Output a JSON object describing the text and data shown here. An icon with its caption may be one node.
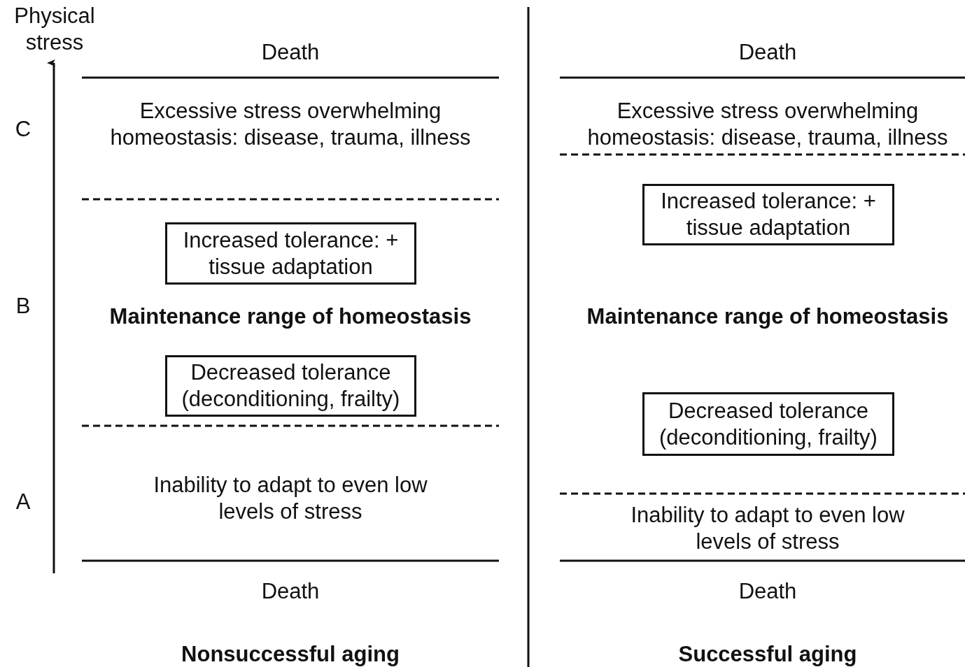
{
  "diagram": {
    "nodes": [
      {
        "text": [
          "Increased tolerance: + tissue adaptation"
        ]
      },
      {
        "text": [
          "Decreased tolerance (deconditioning, frailty)"
        ]
      },
      {
        "text": [
          "Increased tolerance: + tissue adaptation"
        ]
      },
      {
        "text": [
          "Decreased tolerance (deconditioning, frailty)"
        ]
      }
    ],
    "edges": [],
    "labels": [
      "Physical stress",
      "Death",
      "Death",
      "C",
      "Excessive stress overwhelming homeostasis: disease, trauma, illness",
      "Excessive stress overwhelming homeostasis: disease, trauma, illness",
      "B",
      "Maintenance range of homeostasis",
      "Maintenance range of homeostasis",
      "A",
      "Inability to adapt to even low levels of stress",
      "Inability to adapt to even low levels of stress",
      "Death",
      "Death",
      "Nonsuccessful aging",
      "Successful aging"
    ]
  }
}
